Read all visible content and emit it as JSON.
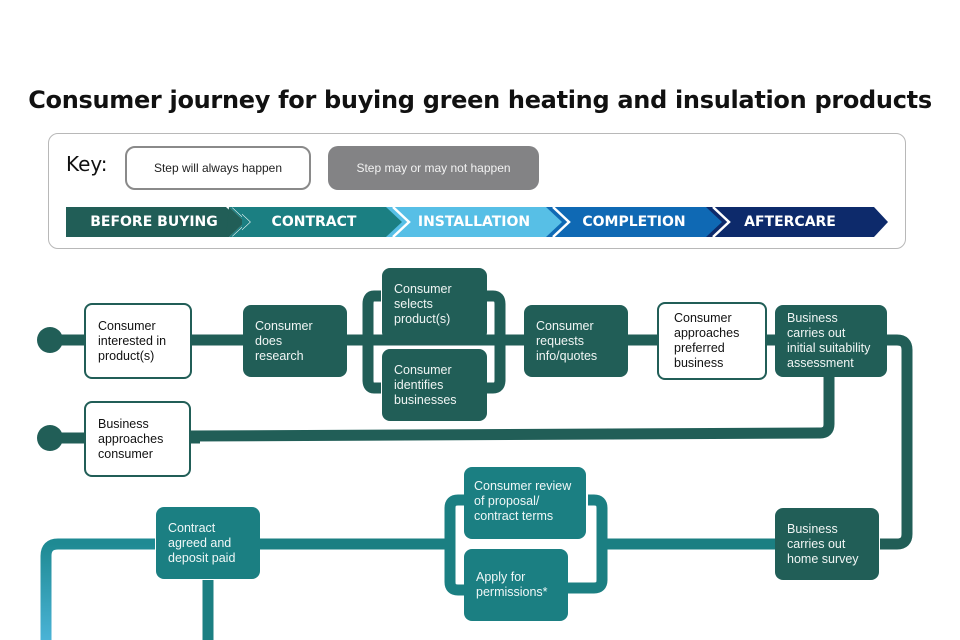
{
  "title": "Consumer journey for buying green heating and insulation products",
  "key": {
    "label": "Key:",
    "always": "Step will always happen",
    "maybe": "Step may or may not happen"
  },
  "phases": [
    {
      "label": "BEFORE BUYING",
      "color": "#215e57"
    },
    {
      "label": "CONTRACT",
      "color": "#1b7f82"
    },
    {
      "label": "INSTALLATION",
      "color": "#57bfe6"
    },
    {
      "label": "COMPLETION",
      "color": "#0f69b4"
    },
    {
      "label": "AFTERCARE",
      "color": "#0d2a6b"
    }
  ],
  "colors": {
    "before_buying": "#215e57",
    "contract": "#1b7f82",
    "installation": "#57bfe6"
  },
  "steps": {
    "consumer_interested": "Consumer\ninterested in\nproduct(s)",
    "consumer_research": "Consumer\ndoes\nresearch",
    "consumer_selects": "Consumer\nselects\nproduct(s)",
    "consumer_identifies": "Consumer\nidentifies\nbusinesses",
    "consumer_requests": "Consumer\nrequests\ninfo/quotes",
    "consumer_approaches": "Consumer\napproaches\npreferred\nbusiness",
    "business_assessment": "Business\ncarries out\ninitial suitability\nassessment",
    "business_approaches": "Business\napproaches\nconsumer",
    "business_survey": "Business\ncarries out\nhome survey",
    "consumer_review": "Consumer review\nof proposal/\ncontract terms",
    "apply_permissions": "Apply for\npermissions*",
    "contract_agreed": "Contract\nagreed and\ndeposit paid"
  }
}
